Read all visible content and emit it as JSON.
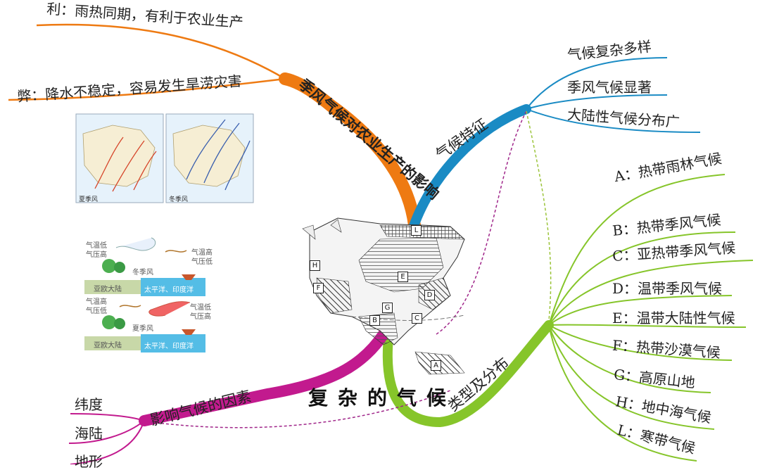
{
  "center": {
    "title": "复杂的气候"
  },
  "branches": {
    "monsoon_impact": {
      "label": "季风气候对农业生产的影响",
      "color": "#ee7a12",
      "items": [
        "利：雨热同期，有利于农业生产",
        "弊：降水不稳定，容易发生旱涝灾害"
      ]
    },
    "features": {
      "label": "气候特征",
      "color": "#1a8bc4",
      "items": [
        "气候复杂多样",
        "季风气候显著",
        "大陆性气候分布广"
      ]
    },
    "types": {
      "label": "类型及分布",
      "color": "#86c52a",
      "items": [
        "A：热带雨林气候",
        "B：热带季风气候",
        "C：亚热带季风气候",
        "D：温带季风气候",
        "E：温带大陆性气候",
        "F：热带沙漠气候",
        "G：高原山地",
        "H：地中海气候",
        "L：寒带气候"
      ]
    },
    "factors": {
      "label": "影响气候的因素",
      "color": "#c21a8e",
      "items": [
        "纬度",
        "海陆",
        "地形"
      ]
    }
  },
  "insets": {
    "summer_map_legend": "夏季风",
    "winter_map_legend": "冬季风",
    "winter_diagram": {
      "left_top": "气温低",
      "left_bottom": "气压高",
      "right_top": "气温高",
      "right_bottom": "气压低",
      "wind": "冬季风",
      "land": "亚欧大陆",
      "sea": "太平洋、印度洋"
    },
    "summer_diagram": {
      "left_top": "气温高",
      "left_bottom": "气压低",
      "right_top": "气温低",
      "right_bottom": "气压高",
      "wind": "夏季风",
      "land": "亚欧大陆",
      "sea": "太平洋、印度洋"
    }
  },
  "map_regions": [
    "L",
    "H",
    "F",
    "E",
    "D",
    "G",
    "B",
    "C",
    "A"
  ]
}
